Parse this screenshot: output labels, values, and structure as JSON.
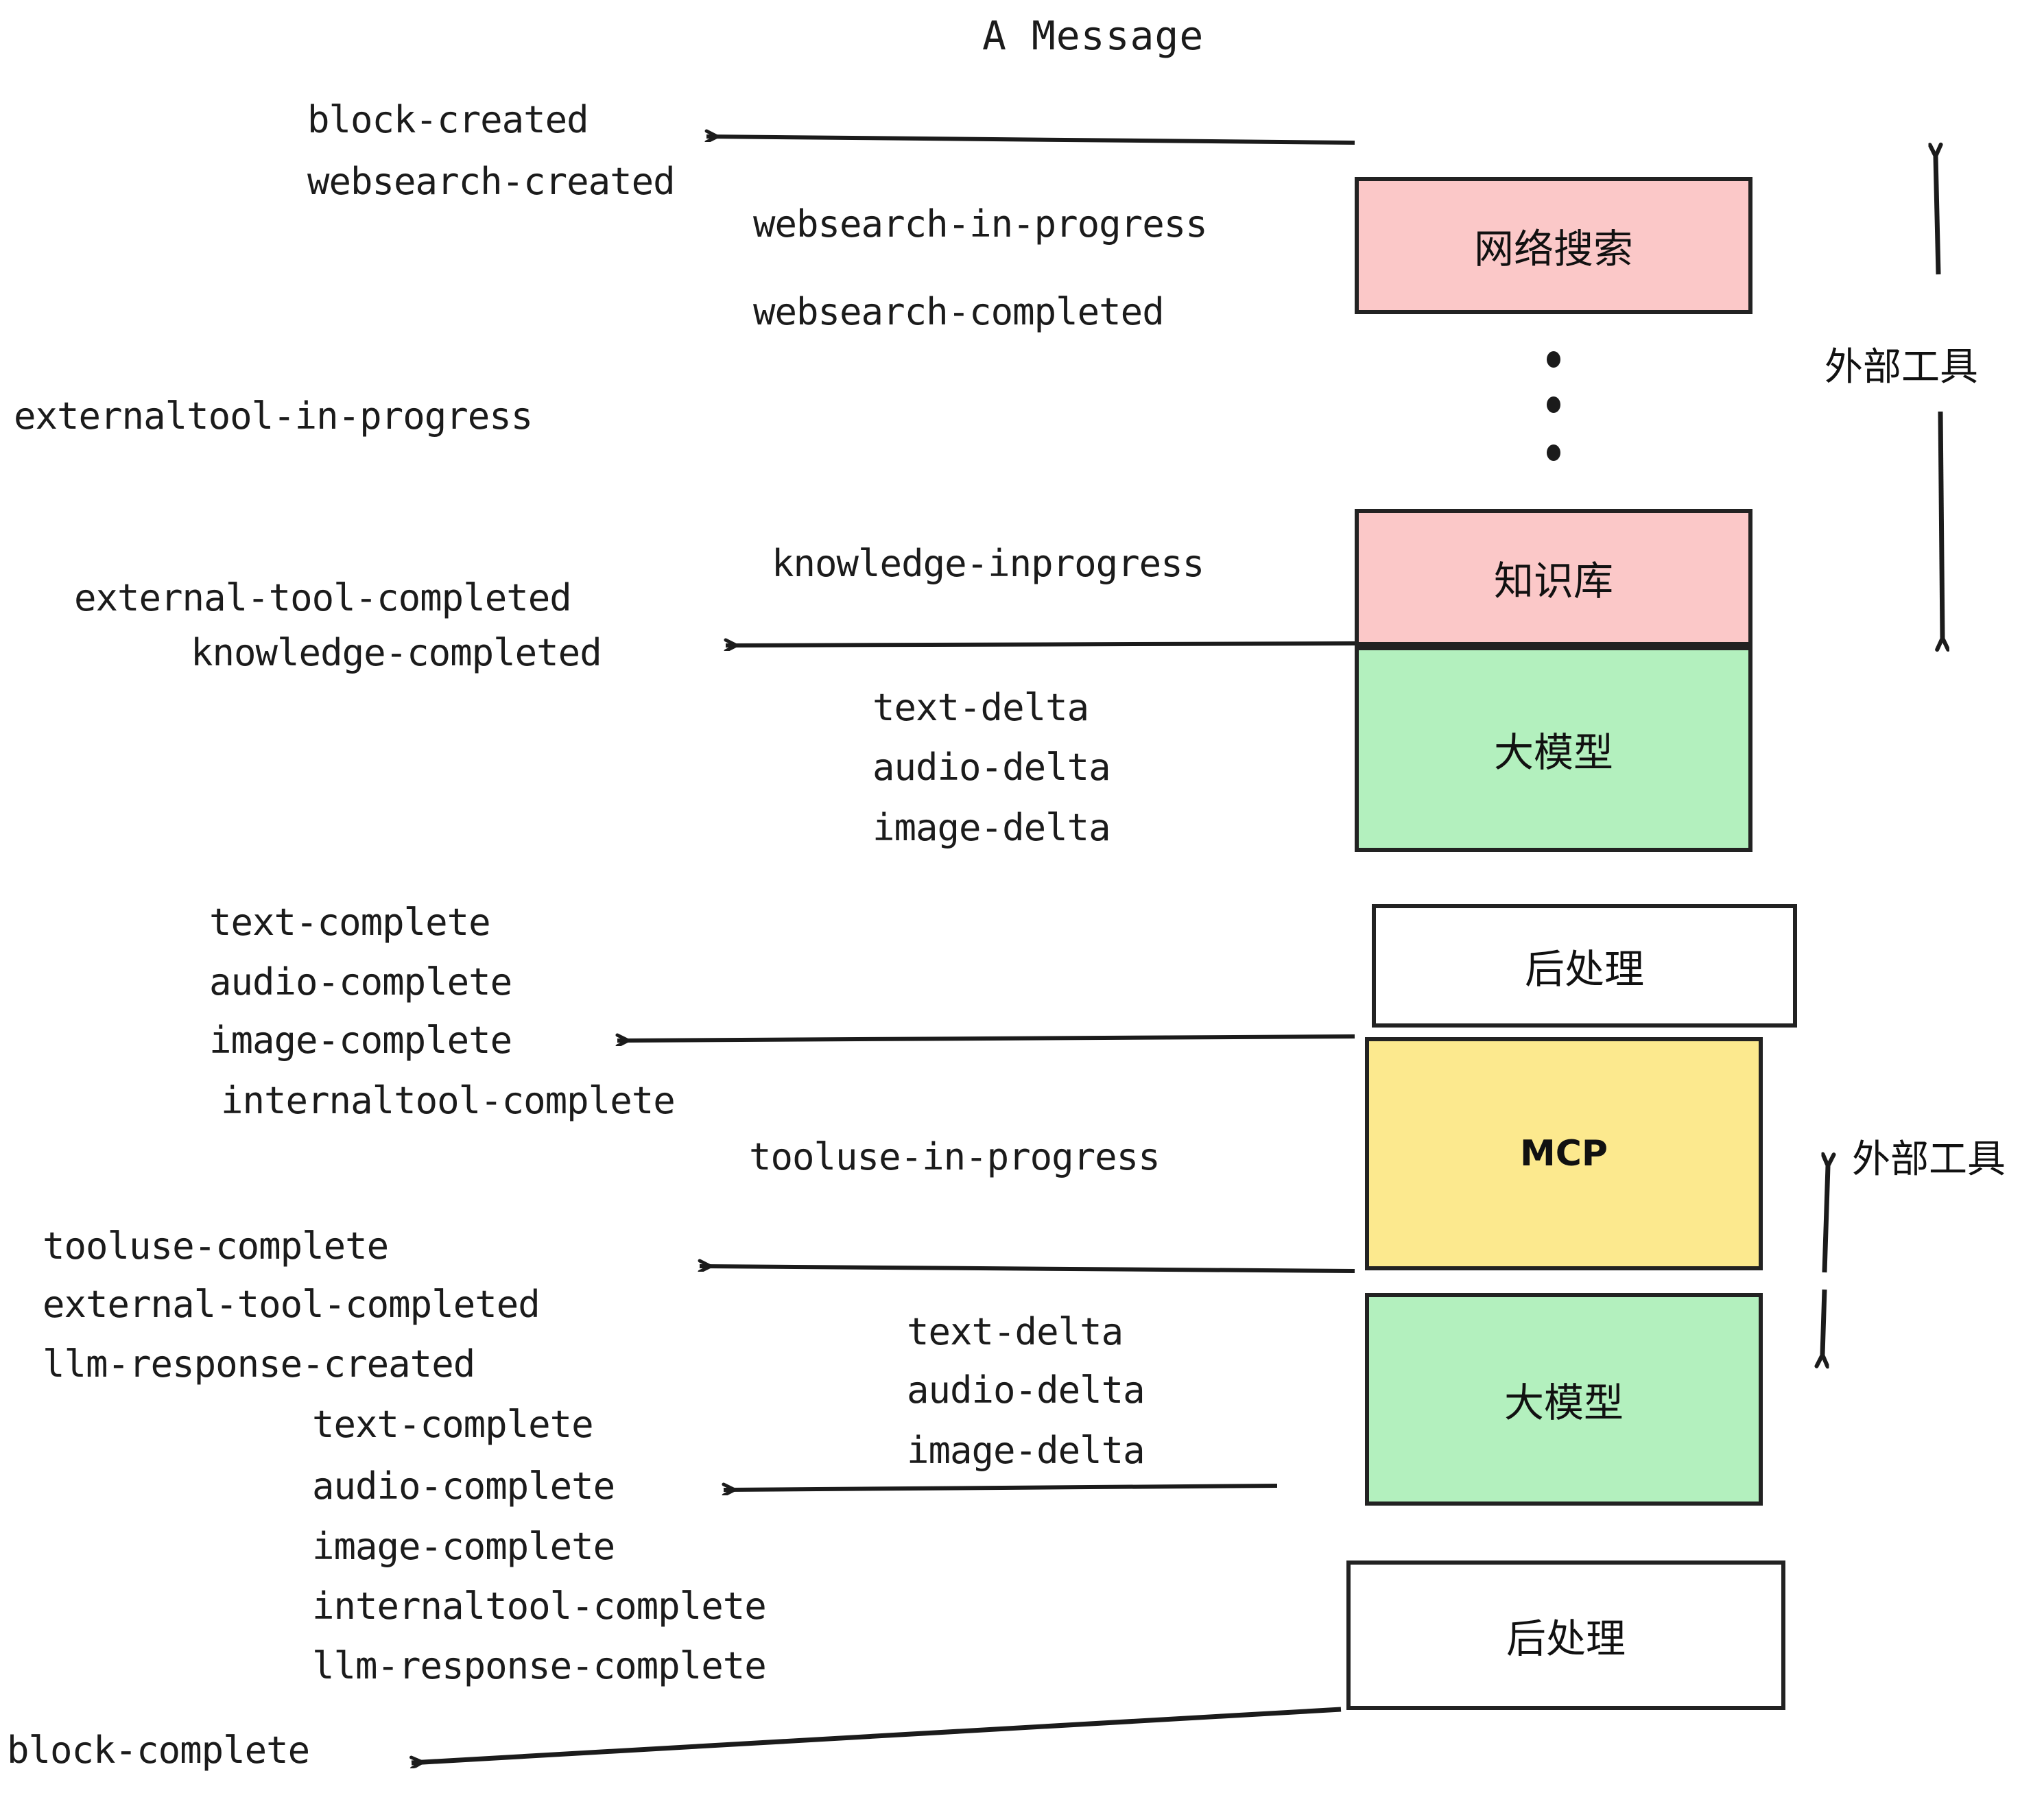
{
  "diagram": {
    "title": "A Message",
    "colors": {
      "pink": "#FBC8C8",
      "green": "#B3F0BE",
      "yellow": "#FCE98E",
      "white": "#FFFFFF",
      "stroke": "#222222",
      "text": "#1B1B1B"
    },
    "nodes": [
      {
        "id": "websearch",
        "label": "网络搜索",
        "fill": "pink"
      },
      {
        "id": "knowledge",
        "label": "知识库",
        "fill": "pink"
      },
      {
        "id": "llm-1",
        "label": "大模型",
        "fill": "green"
      },
      {
        "id": "postprocess-1",
        "label": "后处理",
        "fill": "white"
      },
      {
        "id": "mcp",
        "label": "MCP",
        "fill": "yellow"
      },
      {
        "id": "llm-2",
        "label": "大模型",
        "fill": "green"
      },
      {
        "id": "postprocess-2",
        "label": "后处理",
        "fill": "white"
      }
    ],
    "side_labels": [
      {
        "id": "external-tools-top",
        "text": "外部工具"
      },
      {
        "id": "external-tools-bottom",
        "text": "外部工具"
      }
    ],
    "events": [
      {
        "id": "block-created",
        "text": "block-created"
      },
      {
        "id": "websearch-created",
        "text": "websearch-created"
      },
      {
        "id": "websearch-in-progress",
        "text": "websearch-in-progress"
      },
      {
        "id": "websearch-completed",
        "text": "websearch-completed"
      },
      {
        "id": "externaltool-in-progress",
        "text": "externaltool-in-progress"
      },
      {
        "id": "knowledge-inprogress",
        "text": "knowledge-inprogress"
      },
      {
        "id": "external-tool-completed-1",
        "text": "external-tool-completed"
      },
      {
        "id": "knowledge-completed",
        "text": "knowledge-completed"
      },
      {
        "id": "text-delta-1",
        "text": "text-delta"
      },
      {
        "id": "audio-delta-1",
        "text": "audio-delta"
      },
      {
        "id": "image-delta-1",
        "text": "image-delta"
      },
      {
        "id": "text-complete-1",
        "text": "text-complete"
      },
      {
        "id": "audio-complete-1",
        "text": "audio-complete"
      },
      {
        "id": "image-complete-1",
        "text": "image-complete"
      },
      {
        "id": "internaltool-complete-1",
        "text": "internaltool-complete"
      },
      {
        "id": "tooluse-in-progress",
        "text": "tooluse-in-progress"
      },
      {
        "id": "tooluse-complete",
        "text": "tooluse-complete"
      },
      {
        "id": "external-tool-completed-2",
        "text": "external-tool-completed"
      },
      {
        "id": "llm-response-created",
        "text": "llm-response-created"
      },
      {
        "id": "text-delta-2",
        "text": "text-delta"
      },
      {
        "id": "audio-delta-2",
        "text": "audio-delta"
      },
      {
        "id": "image-delta-2",
        "text": "image-delta"
      },
      {
        "id": "text-complete-2",
        "text": "text-complete"
      },
      {
        "id": "audio-complete-2",
        "text": "audio-complete"
      },
      {
        "id": "image-complete-2",
        "text": "image-complete"
      },
      {
        "id": "internaltool-complete-2",
        "text": "internaltool-complete"
      },
      {
        "id": "llm-response-complete",
        "text": "llm-response-complete"
      },
      {
        "id": "block-complete",
        "text": "block-complete"
      }
    ]
  }
}
